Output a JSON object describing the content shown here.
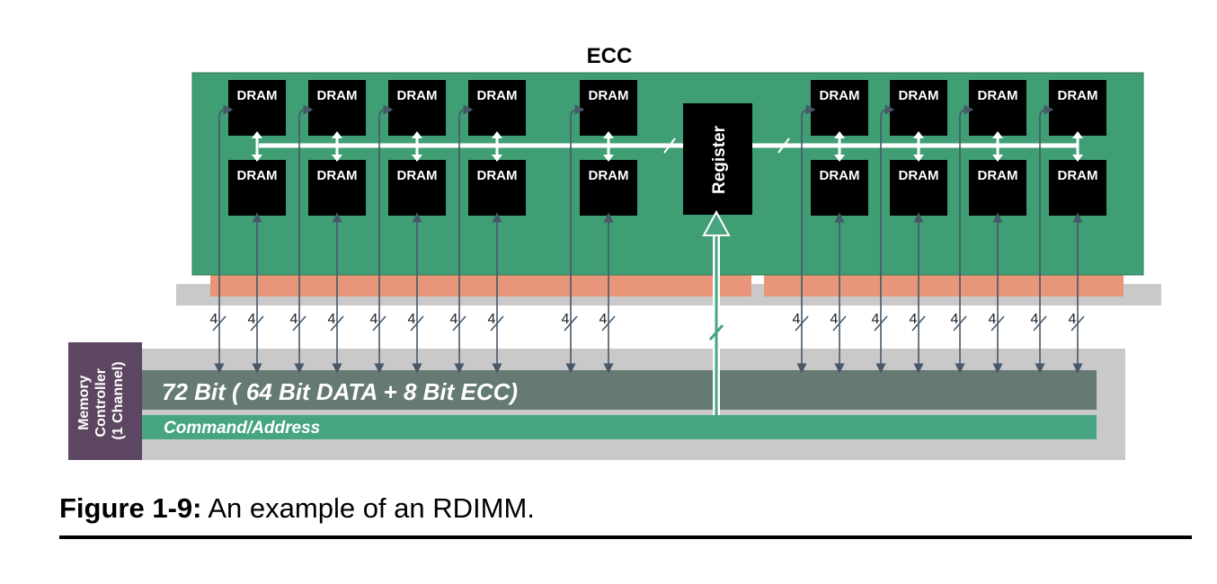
{
  "diagram": {
    "ecc_label": "ECC",
    "dram_label": "DRAM",
    "register_label": "Register",
    "bus_width_label": "4",
    "controller_label_lines": [
      "Memory",
      "Controller",
      "(1 Channel)"
    ],
    "data_bus_label": "72 Bit ( 64 Bit DATA + 8 Bit ECC)",
    "command_bus_label": "Command/Address",
    "colors": {
      "module_green": "#3f9e74",
      "dram_black": "#000000",
      "gold_contacts": "#e8967a",
      "connector_gray": "#c9c9c9",
      "data_bus": "#657a72",
      "command_bus": "#47a681",
      "controller_purple": "#5d4662",
      "signal_line": "#46586a"
    }
  },
  "caption": {
    "label": "Figure 1-9:",
    "text": " An example of an RDIMM."
  }
}
